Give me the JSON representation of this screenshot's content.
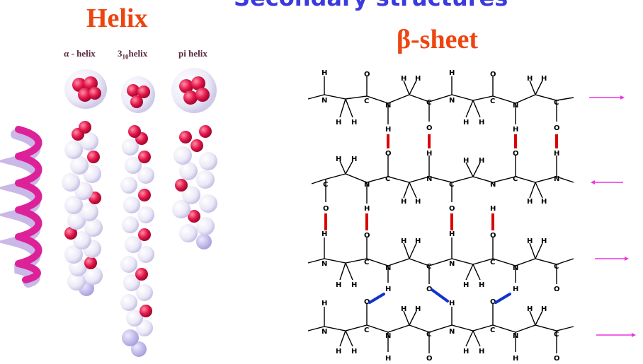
{
  "header": {
    "title": "Secondary structures"
  },
  "helix": {
    "title": "Helix",
    "labels": {
      "alpha": "α - helix",
      "three_ten_main": "3",
      "three_ten_sub": "10",
      "three_ten_suffix": "helix",
      "pi": "pi helix"
    }
  },
  "sheet": {
    "title": "β-sheet",
    "atoms": {
      "h": "H",
      "n": "N",
      "c": "C",
      "o": "O"
    }
  },
  "colors": {
    "title_blue": "#3a3adf",
    "title_orange": "#ee4411",
    "hbond_red": "#dd0000",
    "hbond_blue": "#1133cc",
    "arrow_magenta": "#ee33dd",
    "ribbon_magenta": "#dd2299",
    "oxygen_red": "#dd1133",
    "carbon_lavender": "#c8c4ee"
  }
}
